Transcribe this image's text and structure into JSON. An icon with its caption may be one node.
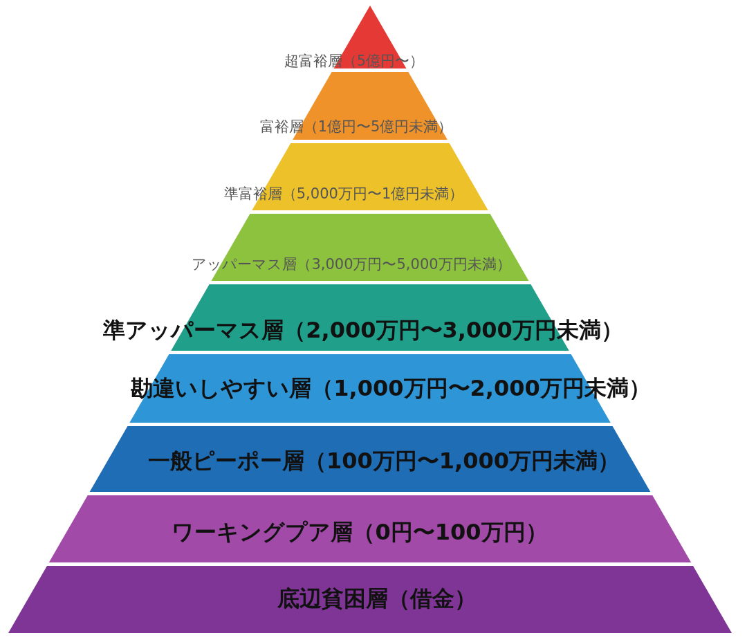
{
  "diagram": {
    "nodes": [
      {
        "text": [
          "超富裕層（5億円〜）"
        ]
      },
      {
        "text": [
          "富裕層（1億円〜5億円未満）"
        ]
      },
      {
        "text": [
          "準富裕層（5,000万円〜1億円未満）"
        ]
      },
      {
        "text": [
          "アッパーマス層（3,000万円〜5,000万円未満）"
        ]
      },
      {
        "text": [
          "準アッパーマス層（2,000万円〜3,000万円未満）"
        ]
      },
      {
        "text": [
          "勘違いしやすい層（1,000万円〜2,000万円未満）"
        ]
      },
      {
        "text": [
          "一般ピーポー層（100万円〜1,000万円未満）"
        ]
      },
      {
        "text": [
          "ワーキングプア層（0円〜100万円）"
        ]
      },
      {
        "text": [
          "底辺貧困層（借金）"
        ]
      }
    ]
  }
}
